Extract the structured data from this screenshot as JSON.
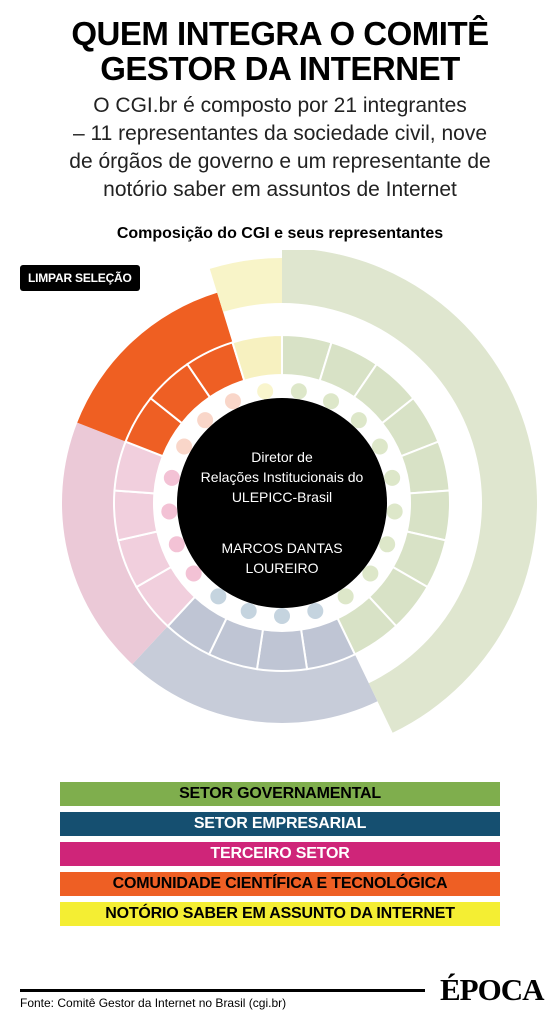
{
  "header": {
    "title_line1": "QUEM INTEGRA O COMITÊ",
    "title_line2": "GESTOR DA INTERNET",
    "subtitle_line1": "O CGI.br é composto por 21 integrantes",
    "subtitle_line2": "– 11 representantes da sociedade civil, nove",
    "subtitle_line3": "de órgãos de governo e um representante de",
    "subtitle_line4": "notório saber em assuntos de Internet"
  },
  "chart_caption": "Composição do CGI e seus representantes",
  "clear_button_label": "LIMPAR SELEÇÃO",
  "center": {
    "role_line1": "Diretor de",
    "role_line2": "Relações Institucionais do",
    "role_line3": "ULEPICC-Brasil",
    "name_line1": "MARCOS DANTAS",
    "name_line2": "LOUREIRO"
  },
  "sectors": [
    {
      "label": "SETOR GOVERNAMENTAL",
      "count": 9,
      "color": "#7fae4d",
      "text_color": "#000000"
    },
    {
      "label": "SETOR EMPRESARIAL",
      "count": 4,
      "color": "#154f70",
      "text_color": "#ffffff"
    },
    {
      "label": "TERCEIRO SETOR",
      "count": 4,
      "color": "#cf2579",
      "text_color": "#ffffff"
    },
    {
      "label": "COMUNIDADE CIENTÍFICA E TECNOLÓGICA",
      "count": 3,
      "color": "#ee5f24",
      "text_color": "#000000"
    },
    {
      "label": "NOTÓRIO SABER EM ASSUNTO DA INTERNET",
      "count": 1,
      "color": "#f4ee33",
      "text_color": "#000000"
    }
  ],
  "ring_palette": {
    "gov_outer": "#dfe6cf",
    "gov_seg": "#d8e2c6",
    "emp_outer": "#c7ccd9",
    "emp_seg": "#bfc5d4",
    "ter_outer": "#ebc9d7",
    "ter_seg": "#f1cfdd",
    "com_outer": "#ef5f22",
    "com_seg": "#ee5f24",
    "not_outer": "#f8f4c8",
    "not_seg": "#f7f1c0",
    "gov_dot": "#dde7c9",
    "emp_dot": "#c5d4df",
    "ter_dot": "#f3c2d5",
    "com_dot": "#f9d6c9",
    "not_dot": "#f9f5cd"
  },
  "footer": {
    "source": "Fonte: Comitê Gestor da Internet no Brasil (cgi.br)",
    "logo": "ÉPOCA"
  }
}
